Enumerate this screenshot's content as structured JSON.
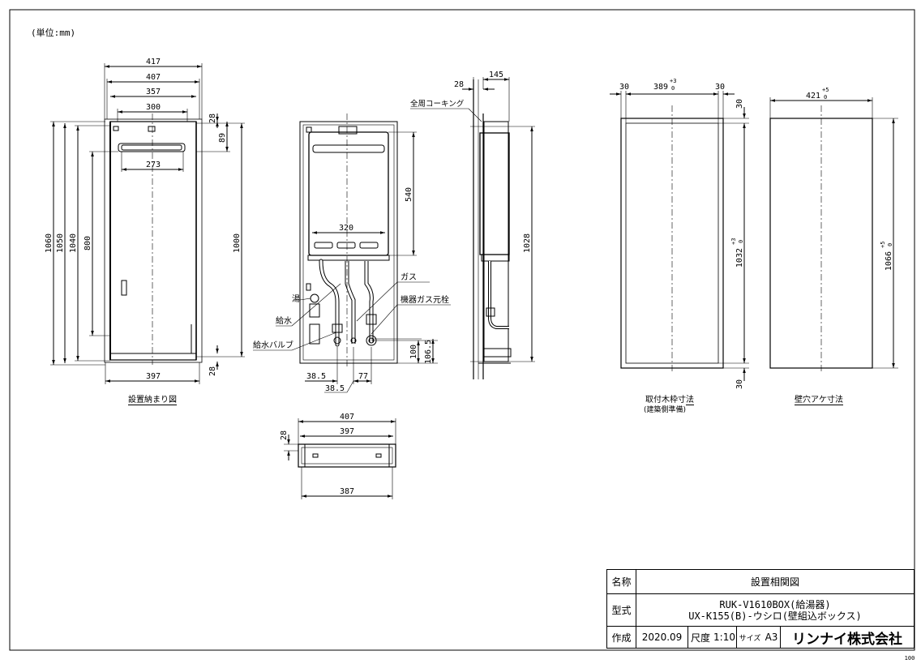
{
  "unit_note": "(単位:mm)",
  "page_number": "100",
  "views": {
    "front": {
      "caption": "設置納まり図",
      "dims": {
        "w417": "417",
        "w407": "407",
        "w357": "357",
        "w300": "300",
        "w273": "273",
        "w397": "397",
        "h1060": "1060",
        "h1050": "1050",
        "h1040": "1040",
        "h800": "800",
        "h1000": "1000",
        "t28": "28",
        "t89": "89",
        "b28": "28"
      }
    },
    "internal": {
      "dims": {
        "w320": "320",
        "h540": "540",
        "h100": "100",
        "h1065": "106.5",
        "d385a": "38.5",
        "d77": "77",
        "d385b": "38.5"
      },
      "labels": {
        "hot": "湯",
        "water": "給水",
        "gas": "ガス",
        "gas_valve": "機器ガス元栓",
        "water_valve": "給水バルブ"
      }
    },
    "side": {
      "dims": {
        "d28": "28",
        "d145": "145",
        "h1028": "1028"
      },
      "labels": {
        "caulk": "全周コーキング"
      }
    },
    "top": {
      "dims": {
        "w407": "407",
        "w397": "397",
        "w387": "387",
        "d28": "28"
      }
    },
    "frame": {
      "caption1": "取付木枠寸法",
      "caption2": "(建築側準備)",
      "dims": {
        "l30": "30",
        "w389": "389",
        "tol_w": "+3",
        "tol_w0": "0",
        "r30": "30",
        "t30": "30",
        "h1032": "1032",
        "tol_h": "+3",
        "tol_h0": "0",
        "b30": "30"
      }
    },
    "hole": {
      "caption": "壁穴アケ寸法",
      "dims": {
        "w421": "421",
        "tol_w": "+5",
        "tol_w0": "0",
        "h1066": "1066",
        "tol_h": "+5",
        "tol_h0": "0"
      }
    }
  },
  "title_block": {
    "name_label": "名称",
    "name_value": "設置相関図",
    "model_label": "型式",
    "model_line1": "RUK-V1610BOX(給湯器)",
    "model_line2": "UX-K155(B)-ウシロ(壁組込ボックス)",
    "made_label": "作成",
    "date": "2020.09",
    "scale_label": "尺度",
    "scale": "1:10",
    "size_label": "サイズ",
    "size": "A3",
    "company": "リンナイ株式会社"
  }
}
